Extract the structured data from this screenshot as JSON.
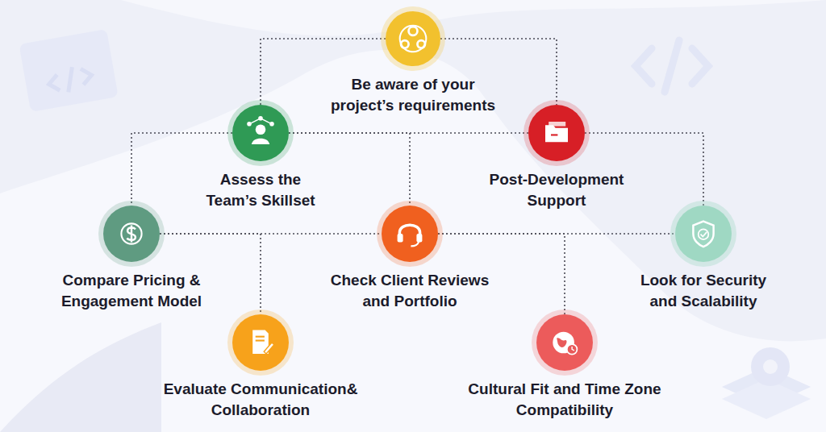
{
  "diagram": {
    "nodes": [
      {
        "text": [
          "Be aware of your project’s requirements"
        ]
      },
      {
        "text": [
          "Assess the Team’s Skillset"
        ]
      },
      {
        "text": [
          "Post-Development Support"
        ]
      },
      {
        "text": [
          "Compare Pricing & Engagement Model"
        ]
      },
      {
        "text": [
          "Check Client Reviews and Portfolio"
        ]
      },
      {
        "text": [
          "Look for Security and Scalability"
        ]
      },
      {
        "text": [
          "Evaluate Communication& Collaboration"
        ]
      },
      {
        "text": [
          "Cultural Fit and Time Zone Compatibility"
        ]
      }
    ],
    "edges": [
      {
        "from": 0,
        "to": 1,
        "arrow": "none"
      },
      {
        "from": 0,
        "to": 2,
        "arrow": "none"
      },
      {
        "from": 1,
        "to": 2,
        "arrow": "none"
      },
      {
        "from": 1,
        "to": 3,
        "arrow": "none"
      },
      {
        "from": 1,
        "to": 4,
        "arrow": "none"
      },
      {
        "from": 2,
        "to": 5,
        "arrow": "none"
      },
      {
        "from": 3,
        "to": 4,
        "arrow": "none"
      },
      {
        "from": 4,
        "to": 5,
        "arrow": "none"
      },
      {
        "from": 3,
        "to": 6,
        "arrow": "none"
      },
      {
        "from": 4,
        "to": 7,
        "arrow": "none"
      }
    ]
  }
}
